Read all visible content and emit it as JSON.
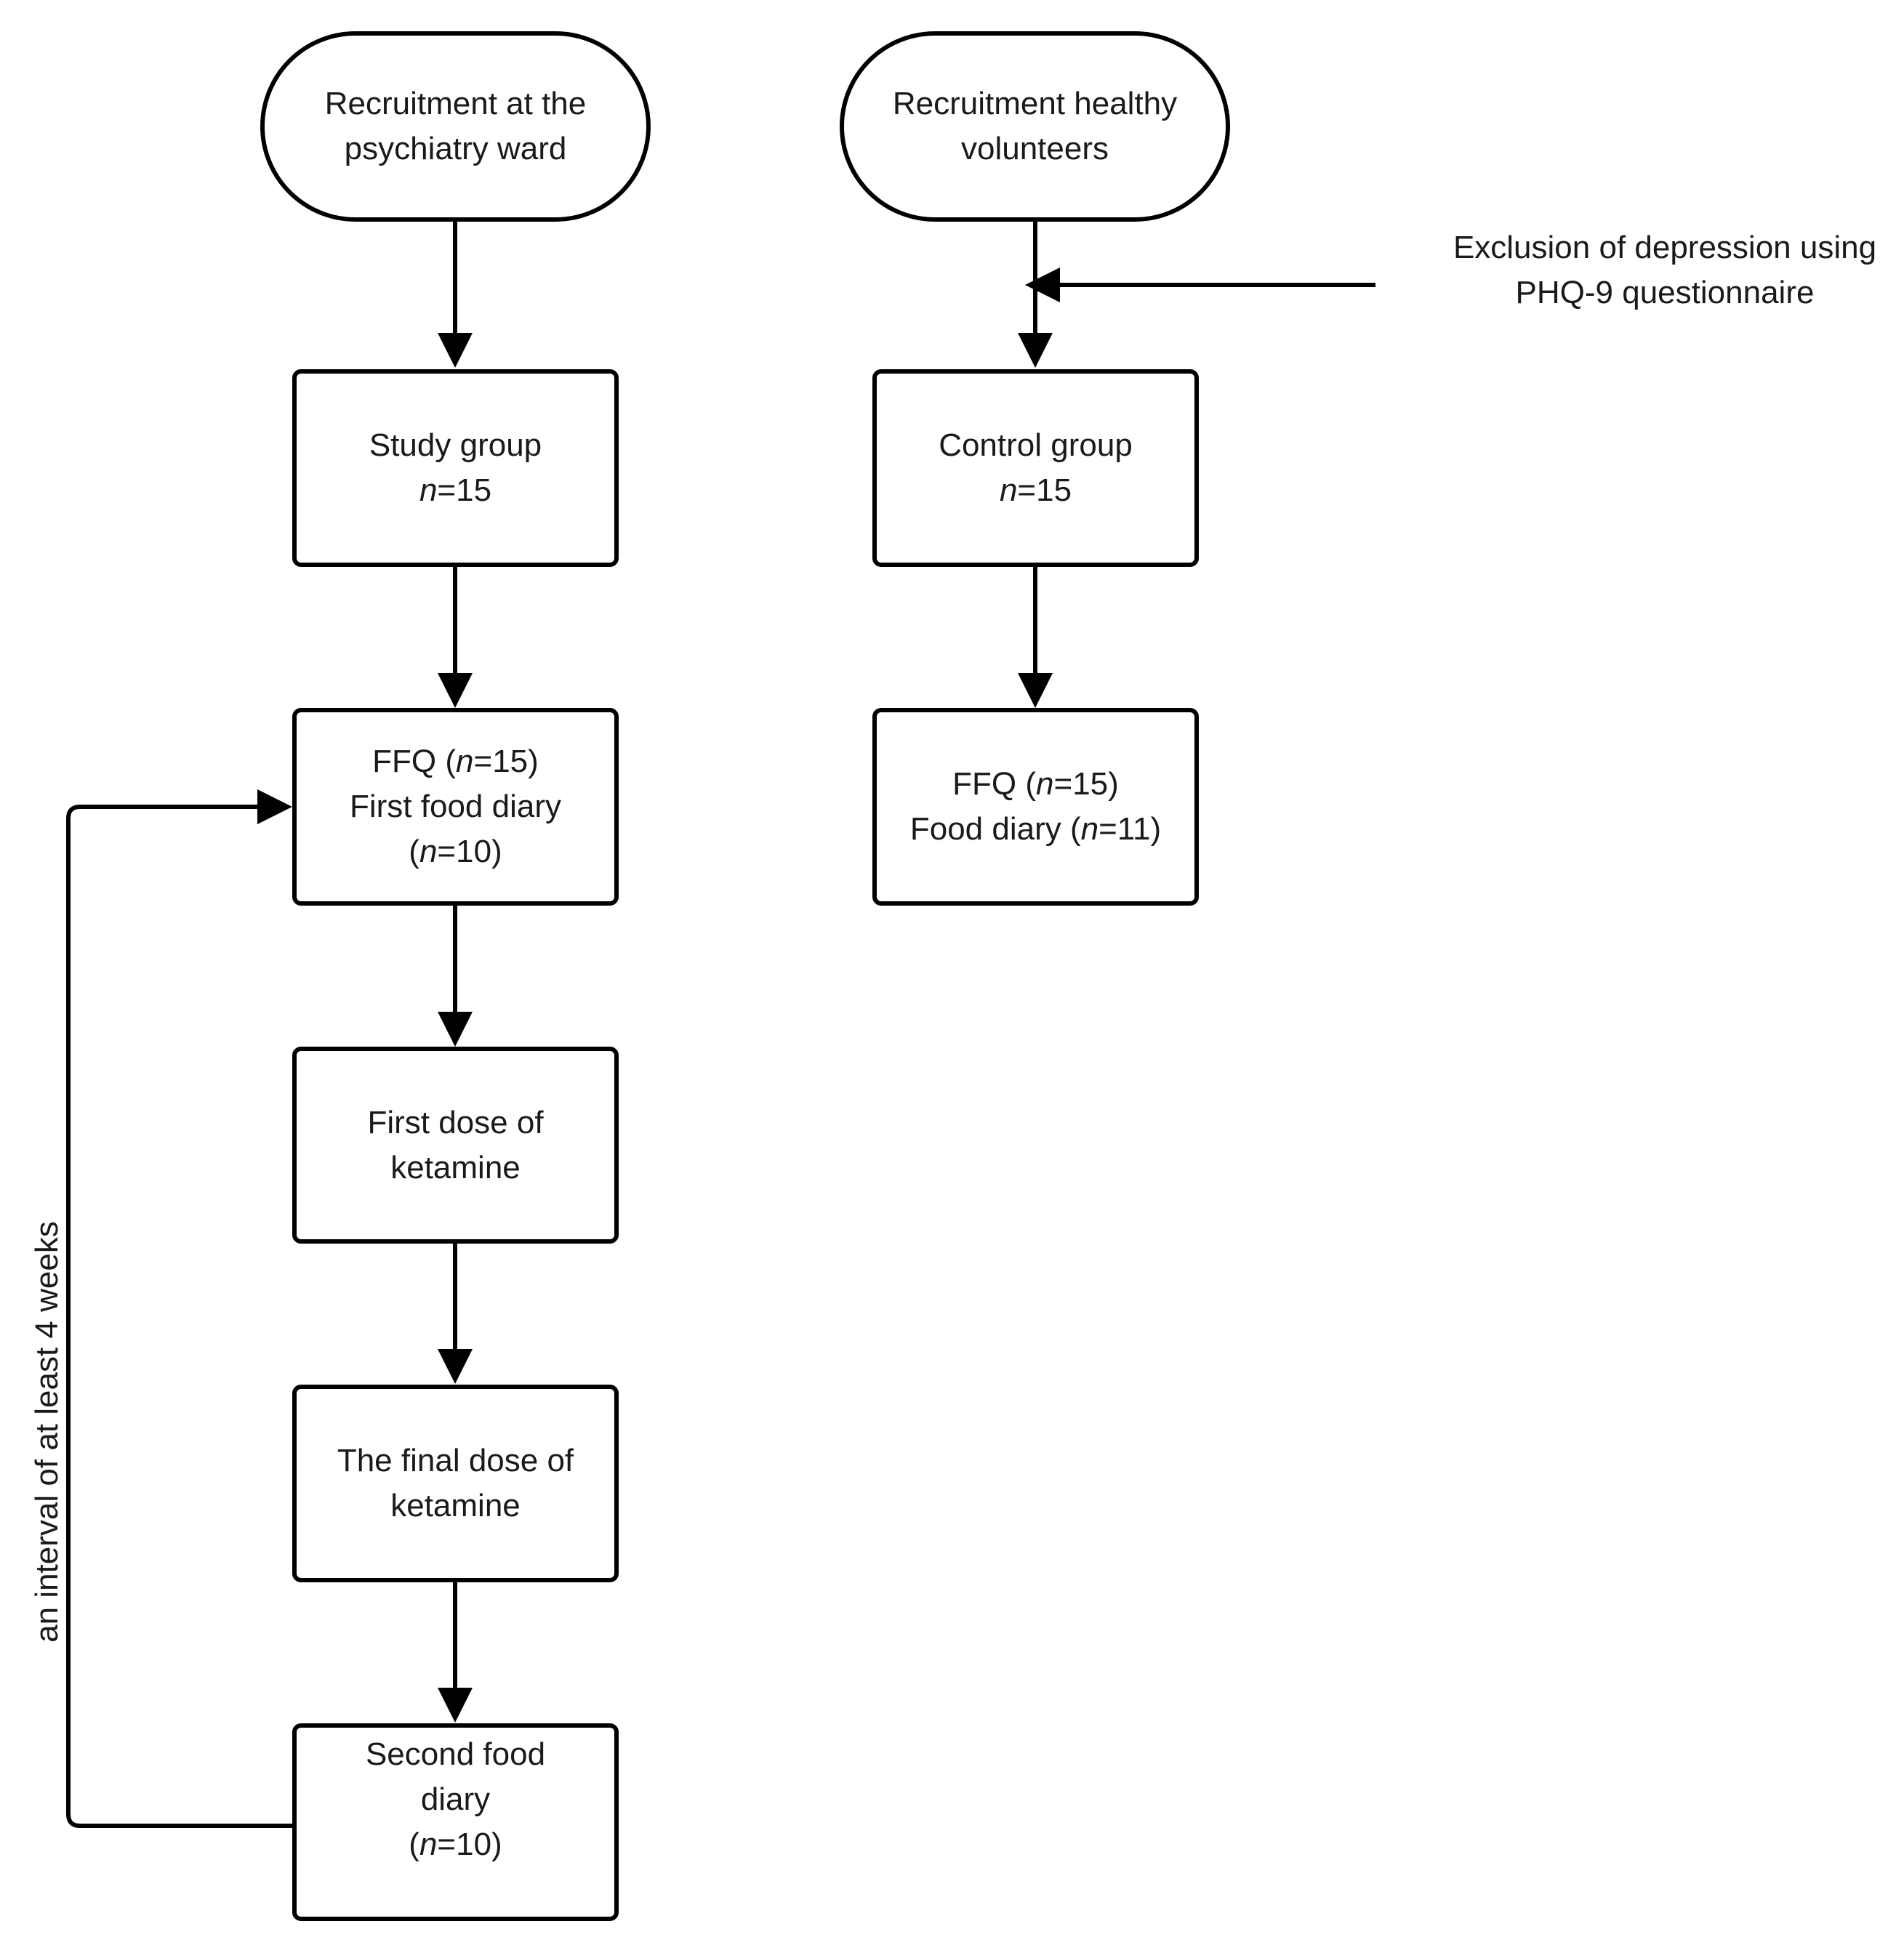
{
  "nodes": {
    "recruit_ward": {
      "line1": "Recruitment at the",
      "line2": "psychiatry ward"
    },
    "recruit_healthy": {
      "line1": "Recruitment healthy",
      "line2": "volunteers"
    },
    "exclusion": {
      "line1": "Exclusion of depression using",
      "line2": "PHQ-9 questionnaire"
    },
    "study_group": {
      "line1": "Study group",
      "n": "n",
      "count": "=15"
    },
    "control_group": {
      "line1": "Control group",
      "n": "n",
      "count": "=15"
    },
    "study_ffq": {
      "ffq_pre": "FFQ (",
      "n": "n",
      "ffq_post": "=15)",
      "line2": "First food diary",
      "pre3": "(",
      "n3": "n",
      "post3": "=10)"
    },
    "control_ffq": {
      "ffq_pre": "FFQ (",
      "n": "n",
      "ffq_post": "=15)",
      "diary_pre": "Food diary (",
      "n2": "n",
      "diary_post": "=11)"
    },
    "first_dose": {
      "line1": "First dose of",
      "line2": "ketamine"
    },
    "final_dose": {
      "line1": "The final dose of",
      "line2": "ketamine"
    },
    "second_diary": {
      "line1": "Second food",
      "line2": "diary",
      "pre3": "(",
      "n3": "n",
      "post3": "=10)"
    }
  },
  "interval_label": "an interval of at least 4 weeks",
  "edges": [
    {
      "from": "recruit_ward",
      "to": "study_group"
    },
    {
      "from": "study_group",
      "to": "study_ffq"
    },
    {
      "from": "study_ffq",
      "to": "first_dose"
    },
    {
      "from": "first_dose",
      "to": "final_dose"
    },
    {
      "from": "final_dose",
      "to": "second_diary"
    },
    {
      "from": "second_diary",
      "to": "study_ffq"
    },
    {
      "from": "recruit_healthy",
      "to": "control_group"
    },
    {
      "from": "exclusion",
      "to": "control_group"
    },
    {
      "from": "control_group",
      "to": "control_ffq"
    }
  ]
}
